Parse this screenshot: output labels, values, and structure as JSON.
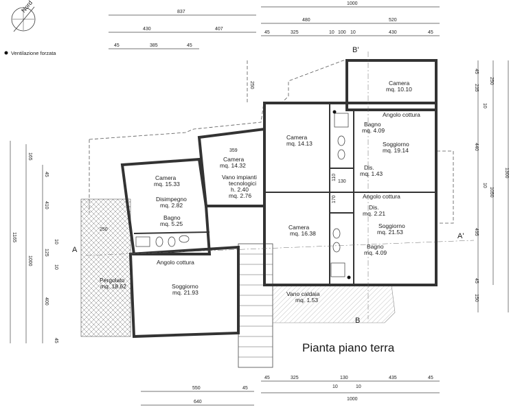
{
  "title": "Pianta piano terra",
  "north_label": "Nord",
  "legend": {
    "label": "Ventilazione forzata"
  },
  "section_labels": {
    "a_left": "A",
    "a_right": "A'",
    "b_top": "B'",
    "b_bottom": "B"
  },
  "rooms": {
    "camera_top_right": {
      "name": "Camera",
      "area": "mq. 10.10"
    },
    "angolo_cottura_top": {
      "name": "Angolo cottura"
    },
    "bagno_top": {
      "name": "Bagno",
      "area": "mq. 4.09"
    },
    "soggiorno_top": {
      "name": "Soggiorno",
      "area": "mq. 19.14"
    },
    "dis_top": {
      "name": "Dis.",
      "area": "mq. 1.43"
    },
    "camera_center_top": {
      "name": "Camera",
      "area": "mq. 14.13"
    },
    "camera_1432": {
      "name": "Camera",
      "area": "mq. 14.32"
    },
    "vano_impianti": {
      "name": "Vano impianti",
      "name2": "tecnologici",
      "h": "h. 2.40",
      "area": "mq. 2.76"
    },
    "camera_1533": {
      "name": "Camera",
      "area": "mq. 15.33"
    },
    "disimpegno": {
      "name": "Disimpegno",
      "area": "mq. 2.82"
    },
    "bagno_left": {
      "name": "Bagno",
      "area": "mq. 5.25"
    },
    "angolo_cottura_left": {
      "name": "Angolo cottura"
    },
    "soggiorno_left": {
      "name": "Soggiorno",
      "area": "mq. 21.93"
    },
    "pergolato": {
      "name": "Pergolato",
      "area": "mq. 18.62"
    },
    "angolo_cottura_right": {
      "name": "Angolo cottura"
    },
    "dis_right": {
      "name": "Dis.",
      "area": "mq. 2.21"
    },
    "soggiorno_right": {
      "name": "Soggiorno",
      "area": "mq. 21.53"
    },
    "bagno_right": {
      "name": "Bagno",
      "area": "mq. 4.09"
    },
    "camera_center_bottom": {
      "name": "Camera",
      "area": "mq. 16.38"
    },
    "vano_caldaia": {
      "name": "Vano caldaia",
      "area": "mq. 1.53"
    }
  },
  "dimensions": {
    "top_total_left": "837",
    "top_left_a": "430",
    "top_left_b": "407",
    "top_left_c1": "45",
    "top_left_c2": "385",
    "top_left_c3": "45",
    "top_right_total": "1000",
    "top_right_a": "480",
    "top_right_b": "520",
    "top_right_c1": "45",
    "top_right_c2": "325",
    "top_right_c3": "10",
    "top_right_c4": "100",
    "top_right_c5": "10",
    "top_right_c6": "430",
    "top_right_c7": "45",
    "right_a": "45",
    "right_b": "235",
    "right_c": "10",
    "right_d": "440",
    "right_e": "10",
    "right_f": "495",
    "right_g": "45",
    "right_h": "150",
    "right_outer_a": "250",
    "right_outer_b": "1050",
    "right_outer_c": "1300",
    "left_a": "165",
    "left_b": "45",
    "left_c": "410",
    "left_d": "10",
    "left_e": "125",
    "left_f": "10",
    "left_g": "400",
    "left_h": "45",
    "left_outer_a": "1165",
    "left_outer_b": "1000",
    "inner_250": "250",
    "inner_359": "359",
    "inner_250b": "250",
    "inner_170": "170",
    "inner_110": "110",
    "inner_130": "130",
    "bottom_left_a": "550",
    "bottom_left_b": "640",
    "bottom_left_c": "45",
    "bottom_right_c1": "45",
    "bottom_right_c2": "325",
    "bottom_right_c3": "10",
    "bottom_right_c4": "130",
    "bottom_right_c5": "10",
    "bottom_right_c6": "435",
    "bottom_right_c7": "45",
    "bottom_right_total": "1000"
  }
}
